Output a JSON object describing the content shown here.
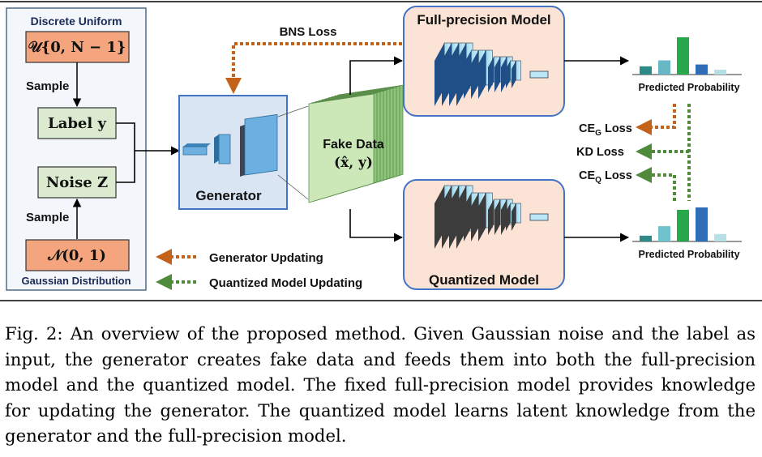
{
  "diagram": {
    "discrete_uniform_title": "Discrete Uniform",
    "uniform_formula": "𝒰{0, N − 1}",
    "sample_top": "Sample",
    "label_y": "Label y",
    "noise_z": "Noise Z",
    "sample_bottom": "Sample",
    "normal_formula": "𝒩(0, 1)",
    "gaussian_title": "Gaussian Distribution",
    "generator": "Generator",
    "bns_loss": "BNS Loss",
    "fake_data_title": "Fake Data",
    "fake_data_formula": "(x̂, y)",
    "full_precision_model": "Full-precision Model",
    "quantized_model": "Quantized Model",
    "predicted_probability_top": "Predicted Probability",
    "predicted_probability_bottom": "Predicted Probability",
    "ce_g_loss": {
      "prefix": "CE",
      "sub": "G",
      "suffix": " Loss"
    },
    "kd_loss": "KD Loss",
    "ce_q_loss": {
      "prefix": "CE",
      "sub": "Q",
      "suffix": " Loss"
    },
    "legend_generator": "Generator Updating",
    "legend_quantized": "Quantized Model Updating",
    "colors": {
      "orange_arrow": "#c5621a",
      "green_arrow": "#4f8a3a",
      "peach_fill": "#fbe3d6",
      "orange_box": "#f4a57e",
      "green_box": "#dcebd0",
      "blue_panel": "#d9e5f3",
      "panel_border": "#4472c4"
    },
    "histogram_top": [
      0.22,
      0.38,
      1.0,
      0.27,
      0.13
    ],
    "histogram_bottom": [
      0.17,
      0.45,
      0.93,
      1.0,
      0.22
    ]
  },
  "caption": "Fig. 2: An overview of the proposed method. Given Gaussian noise and the label as input, the generator creates fake data and feeds them into both the full-precision model and the quantized model. The fixed full-precision model provides knowledge for updating the generator. The quantized model learns latent knowledge from the generator and the full-precision model."
}
